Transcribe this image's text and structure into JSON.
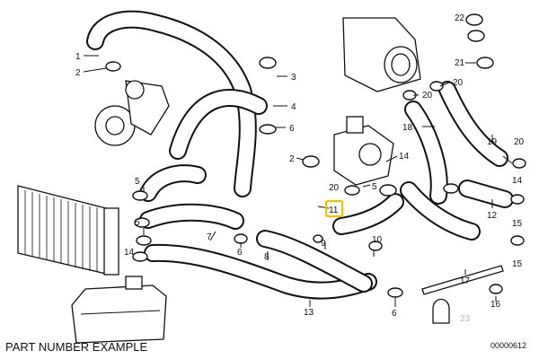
{
  "caption": "PART NUMBER EXAMPLE",
  "drawing_code": "00000612",
  "highlight_color": "#f2c200",
  "faded_color": "#b8b8b8",
  "callouts": [
    {
      "label": "1"
    },
    {
      "label": "2"
    },
    {
      "label": "3"
    },
    {
      "label": "4"
    },
    {
      "label": "6"
    },
    {
      "label": "2"
    },
    {
      "label": "14"
    },
    {
      "label": "5"
    },
    {
      "label": "20"
    },
    {
      "label": "11"
    },
    {
      "label": "5"
    },
    {
      "label": "5"
    },
    {
      "label": "14"
    },
    {
      "label": "7"
    },
    {
      "label": "6"
    },
    {
      "label": "8"
    },
    {
      "label": "9"
    },
    {
      "label": "10"
    },
    {
      "label": "13"
    },
    {
      "label": "6"
    },
    {
      "label": "22"
    },
    {
      "label": "21"
    },
    {
      "label": "20"
    },
    {
      "label": "20"
    },
    {
      "label": "18"
    },
    {
      "label": "19"
    },
    {
      "label": "20"
    },
    {
      "label": "14"
    },
    {
      "label": "12"
    },
    {
      "label": "15"
    },
    {
      "label": "15"
    },
    {
      "label": "17"
    },
    {
      "label": "16"
    },
    {
      "label": "23"
    }
  ]
}
